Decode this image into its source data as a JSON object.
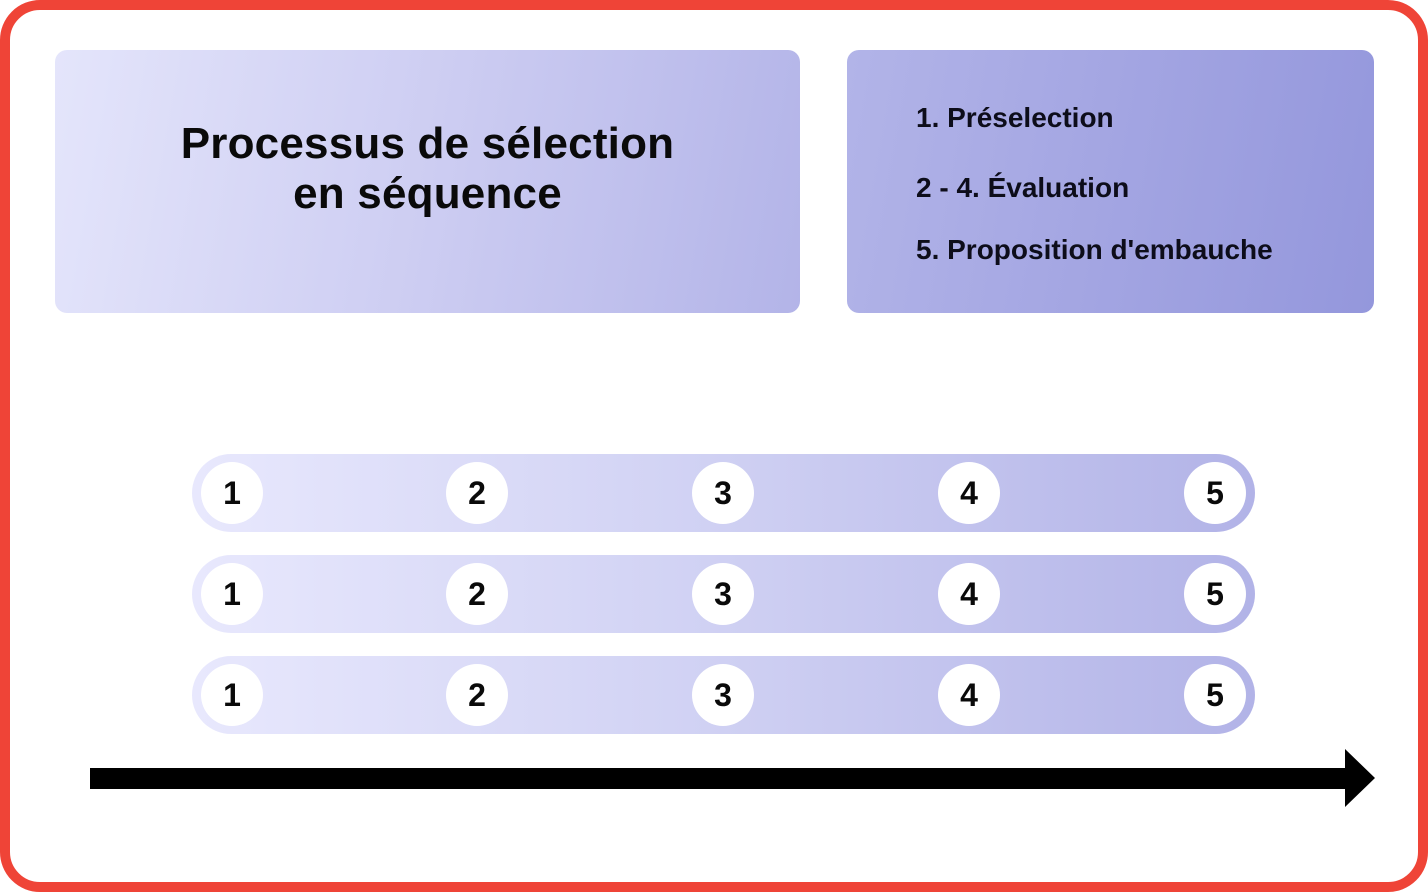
{
  "title": {
    "line1": "Processus de sélection",
    "line2": "en séquence"
  },
  "legend": {
    "items": [
      "1. Préselection",
      "2 - 4. Évaluation",
      "5. Proposition d'embauche"
    ]
  },
  "tracks": [
    {
      "steps": [
        "1",
        "2",
        "3",
        "4",
        "5"
      ]
    },
    {
      "steps": [
        "1",
        "2",
        "3",
        "4",
        "5"
      ]
    },
    {
      "steps": [
        "1",
        "2",
        "3",
        "4",
        "5"
      ]
    }
  ],
  "colors": {
    "frame_border": "#ef4437",
    "title_gradient_start": "#e4e5fb",
    "title_gradient_end": "#b3b4e8",
    "legend_gradient_start": "#b2b4e8",
    "legend_gradient_end": "#9497dc",
    "track_gradient_start": "#e8e8fd",
    "track_gradient_end": "#b2b3e7",
    "arrow": "#000000"
  },
  "timeline_arrow": {
    "direction": "right"
  }
}
